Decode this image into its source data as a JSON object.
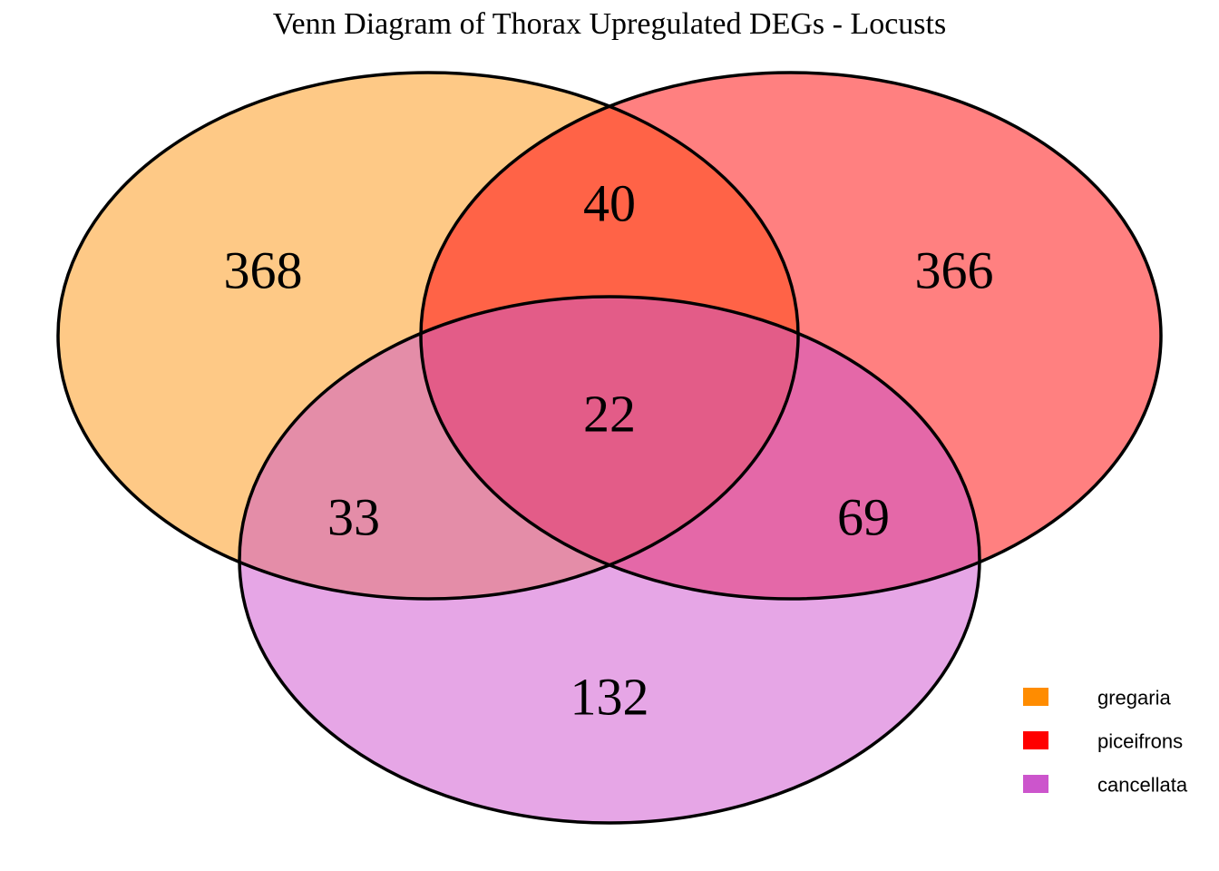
{
  "title": "Venn Diagram of Thorax Upregulated DEGs - Locusts",
  "sets": [
    {
      "name": "gregaria",
      "color": "#FF8C00"
    },
    {
      "name": "piceifrons",
      "color": "#FF0000"
    },
    {
      "name": "cancellata",
      "color": "#CC55CC"
    }
  ],
  "regions": {
    "gregaria_only": "368",
    "piceifrons_only": "366",
    "cancellata_only": "132",
    "gregaria_piceifrons": "40",
    "gregaria_cancellata": "33",
    "piceifrons_cancellata": "69",
    "all_three": "22"
  }
}
